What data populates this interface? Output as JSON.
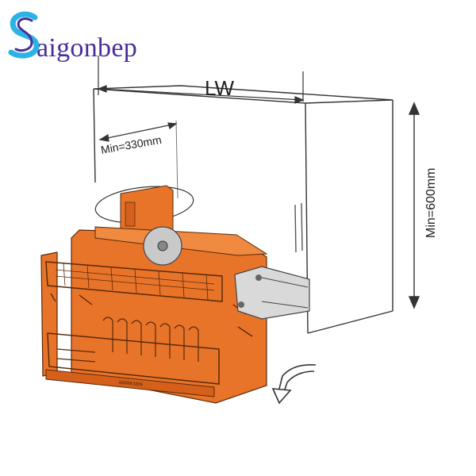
{
  "brand": {
    "name": "aigonbep",
    "logo_letter": "S",
    "colors": {
      "primary": "#4a2d9a",
      "accent": "#2bb3e6"
    }
  },
  "dimensions": {
    "width_label": "LW",
    "depth_label": "Min=330mm",
    "height_label": "Min=600mm"
  },
  "rack": {
    "brand_plate": "MARKSEN",
    "color": "#e8742a"
  }
}
